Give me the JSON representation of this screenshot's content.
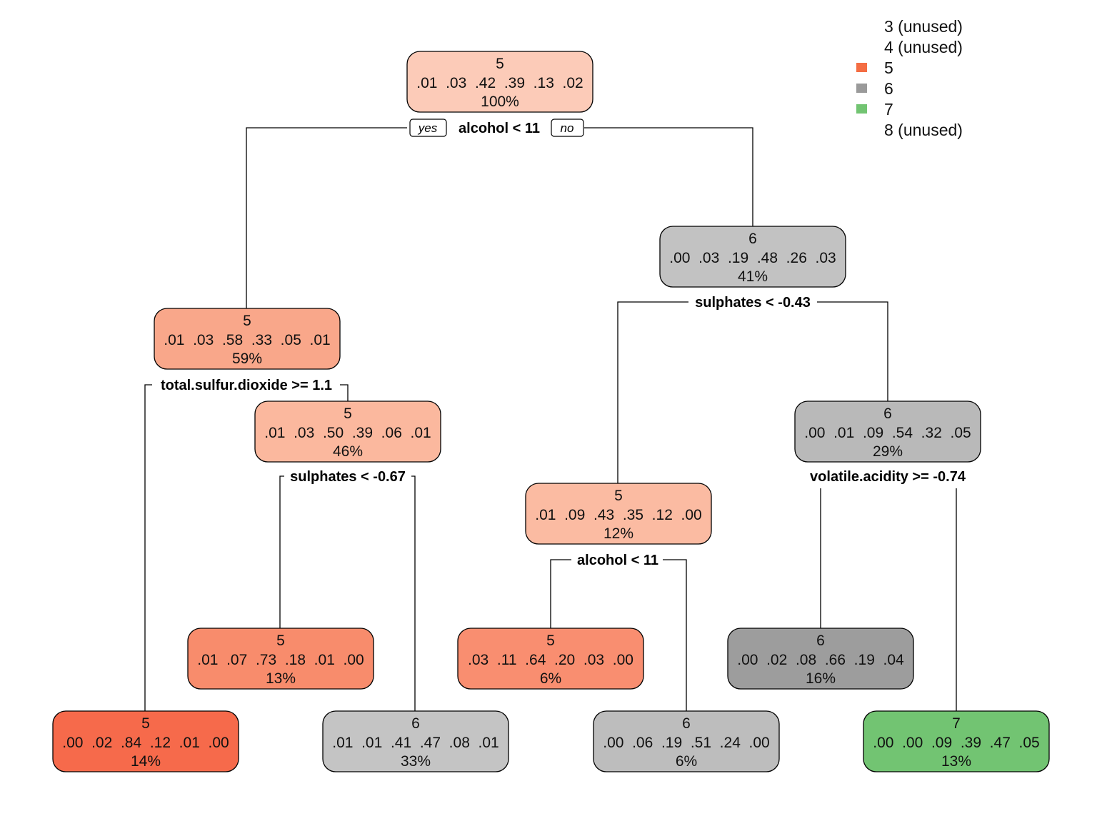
{
  "colors": {
    "class_5": "#f46d43",
    "class_6": "#9a9a9a",
    "class_7": "#72c472"
  },
  "legend": {
    "entries": [
      {
        "label": "3 (unused)",
        "swatch": ""
      },
      {
        "label": "4 (unused)",
        "swatch": ""
      },
      {
        "label": "5",
        "swatch": "#f46d43"
      },
      {
        "label": "6",
        "swatch": "#9a9a9a"
      },
      {
        "label": "7",
        "swatch": "#72c472"
      },
      {
        "label": "8 (unused)",
        "swatch": ""
      }
    ]
  },
  "tree": {
    "yes_label": "yes",
    "no_label": "no",
    "nodes": [
      {
        "id": "n1",
        "class": "5",
        "probs": ".01  .03  .42  .39  .13  .02",
        "pct": "100%",
        "fill": "#fccbb8"
      },
      {
        "id": "n2",
        "class": "5",
        "probs": ".01  .03  .58  .33  .05  .01",
        "pct": "59%",
        "fill": "#f9a78a"
      },
      {
        "id": "n3",
        "class": "6",
        "probs": ".00  .03  .19  .48  .26  .03",
        "pct": "41%",
        "fill": "#c2c2c2"
      },
      {
        "id": "n5",
        "class": "5",
        "probs": ".01  .03  .50  .39  .06  .01",
        "pct": "46%",
        "fill": "#fbb89e"
      },
      {
        "id": "n6",
        "class": "5",
        "probs": ".01  .09  .43  .35  .12  .00",
        "pct": "12%",
        "fill": "#fbbba2"
      },
      {
        "id": "n7",
        "class": "6",
        "probs": ".00  .01  .09  .54  .32  .05",
        "pct": "29%",
        "fill": "#b9b9b9"
      },
      {
        "id": "n4",
        "class": "5",
        "probs": ".00  .02  .84  .12  .01  .00",
        "pct": "14%",
        "fill": "#f66a4b"
      },
      {
        "id": "n10",
        "class": "5",
        "probs": ".01  .07  .73  .18  .01  .00",
        "pct": "13%",
        "fill": "#f88c6c"
      },
      {
        "id": "n11",
        "class": "6",
        "probs": ".01  .01  .41  .47  .08  .01",
        "pct": "33%",
        "fill": "#c4c4c4"
      },
      {
        "id": "n12",
        "class": "5",
        "probs": ".03  .11  .64  .20  .03  .00",
        "pct": "6%",
        "fill": "#f98e70"
      },
      {
        "id": "n13",
        "class": "6",
        "probs": ".00  .06  .19  .51  .24  .00",
        "pct": "6%",
        "fill": "#bdbdbd"
      },
      {
        "id": "n14",
        "class": "6",
        "probs": ".00  .02  .08  .66  .19  .04",
        "pct": "16%",
        "fill": "#9d9d9d"
      },
      {
        "id": "n15",
        "class": "7",
        "probs": ".00  .00  .09  .39  .47  .05",
        "pct": "13%",
        "fill": "#72c472"
      }
    ],
    "splits": [
      {
        "id": "s1",
        "label": "alcohol < 11"
      },
      {
        "id": "s2",
        "label": "total.sulfur.dioxide >= 1.1"
      },
      {
        "id": "s3",
        "label": "sulphates < -0.43"
      },
      {
        "id": "s5",
        "label": "sulphates < -0.67"
      },
      {
        "id": "s6",
        "label": "alcohol < 11"
      },
      {
        "id": "s7",
        "label": "volatile.acidity >= -0.74"
      }
    ]
  }
}
